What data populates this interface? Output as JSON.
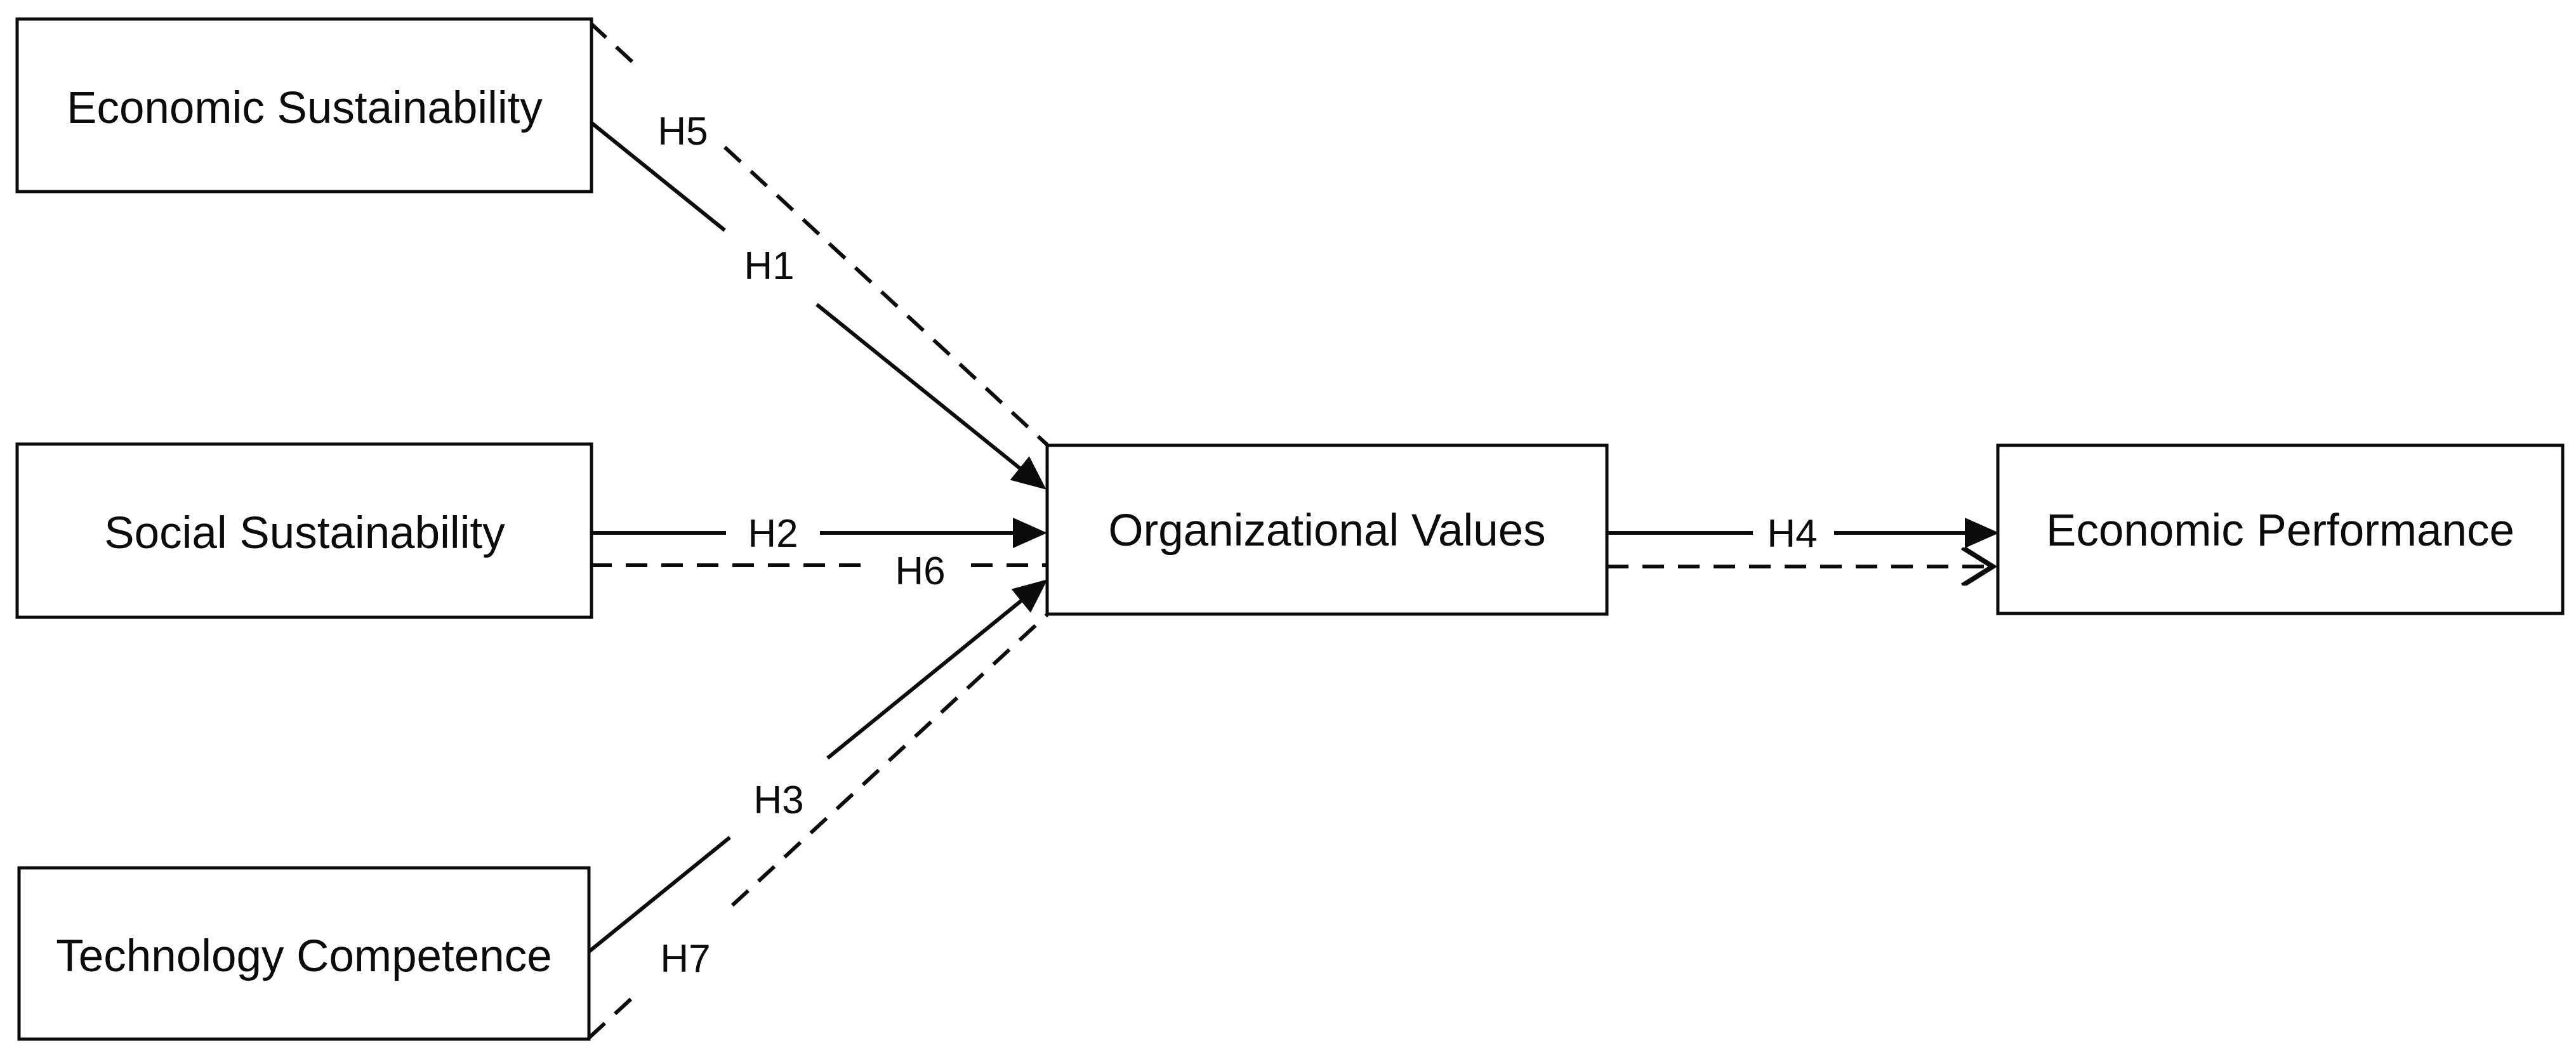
{
  "diagram": {
    "title": "",
    "kind": "hypothesis-path-model",
    "colors": {
      "background": "#ffffff",
      "box_fill": "#ffffff",
      "box_border": "#0b0b0b",
      "line": "#0b0b0b",
      "text": "#0b0b0b"
    },
    "nodes": [
      {
        "id": "economic-sustainability",
        "label": "Economic Sustainability",
        "role": "predictor"
      },
      {
        "id": "social-sustainability",
        "label": "Social Sustainability",
        "role": "predictor"
      },
      {
        "id": "technology-competence",
        "label": "Technology Competence",
        "role": "predictor"
      },
      {
        "id": "organizational-values",
        "label": "Organizational Values",
        "role": "mediator"
      },
      {
        "id": "economic-performance",
        "label": "Economic Performance",
        "role": "outcome"
      }
    ],
    "edges": [
      {
        "label": "H1",
        "from": "economic-sustainability",
        "to": "organizational-values",
        "style": "solid",
        "arrowhead": "filled-triangle"
      },
      {
        "label": "H5",
        "from": "economic-sustainability",
        "to": "organizational-values",
        "style": "dashed",
        "arrowhead": "none"
      },
      {
        "label": "H2",
        "from": "social-sustainability",
        "to": "organizational-values",
        "style": "solid",
        "arrowhead": "filled-triangle"
      },
      {
        "label": "H6",
        "from": "social-sustainability",
        "to": "organizational-values",
        "style": "dashed",
        "arrowhead": "none"
      },
      {
        "label": "H3",
        "from": "technology-competence",
        "to": "organizational-values",
        "style": "solid",
        "arrowhead": "filled-triangle"
      },
      {
        "label": "H7",
        "from": "technology-competence",
        "to": "organizational-values",
        "style": "dashed",
        "arrowhead": "none"
      },
      {
        "label": "H4",
        "from": "organizational-values",
        "to": "economic-performance",
        "style": "solid",
        "arrowhead": "filled-triangle"
      },
      {
        "label": "",
        "from": "organizational-values",
        "to": "economic-performance",
        "style": "dashed",
        "arrowhead": "open-chevron"
      }
    ]
  }
}
